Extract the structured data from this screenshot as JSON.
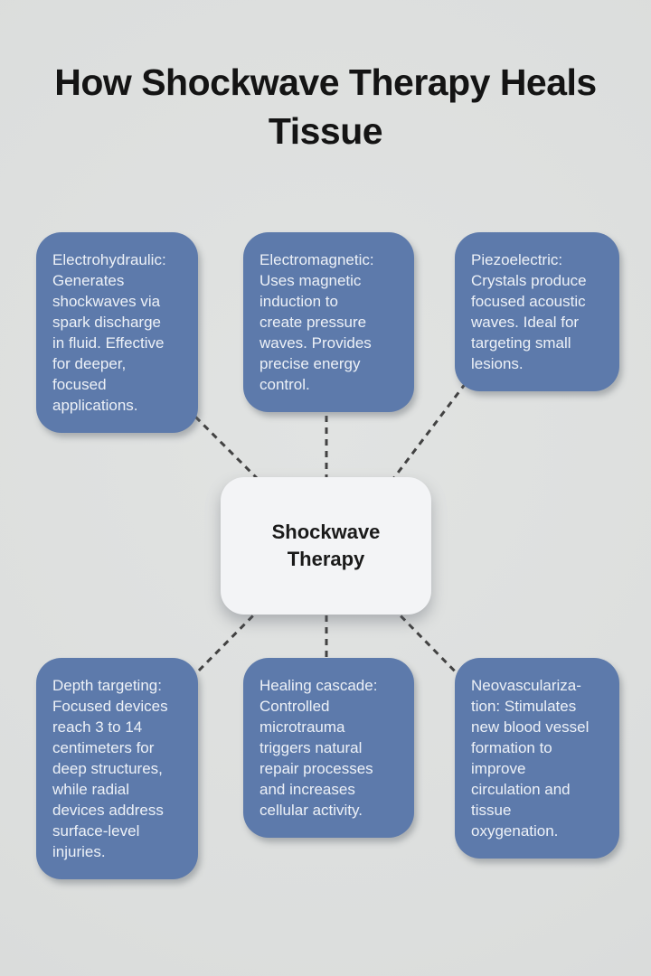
{
  "title": "How Shockwave Therapy Heals\nTissue",
  "center_node": {
    "label": "Shockwave\nTherapy"
  },
  "nodes": [
    {
      "name": "electrohydraulic",
      "text": "Electrohydraulic:\nGenerates\nshockwaves via\nspark discharge\nin fluid. Effective\nfor deeper,\nfocused\napplications."
    },
    {
      "name": "electromagnetic",
      "text": "Electromagnetic:\nUses magnetic\ninduction to\ncreate pressure\nwaves. Provides\nprecise energy\ncontrol."
    },
    {
      "name": "piezoelectric",
      "text": "Piezoelectric:\nCrystals produce\nfocused acoustic\nwaves. Ideal for\ntargeting small\nlesions."
    },
    {
      "name": "depth-targeting",
      "text": "Depth targeting:\nFocused devices\nreach 3 to 14\ncentimeters for\ndeep structures,\nwhile radial\ndevices address\nsurface-level\ninjuries."
    },
    {
      "name": "healing-cascade",
      "text": "Healing cascade:\nControlled\nmicrotrauma\ntriggers natural\nrepair processes\nand increases\ncellular activity."
    },
    {
      "name": "neovascularization",
      "text": "Neovasculariza-\ntion: Stimulates\nnew blood vessel\nformation to\nimprove\ncirculation and\ntissue\noxygenation."
    }
  ],
  "colors": {
    "background": "#dcdedd",
    "node_fill": "#5d7aab",
    "node_text": "#edf1f7",
    "center_fill": "#f3f4f6",
    "center_text": "#1a1a1a",
    "connector": "#424242",
    "title_text": "#141414"
  }
}
